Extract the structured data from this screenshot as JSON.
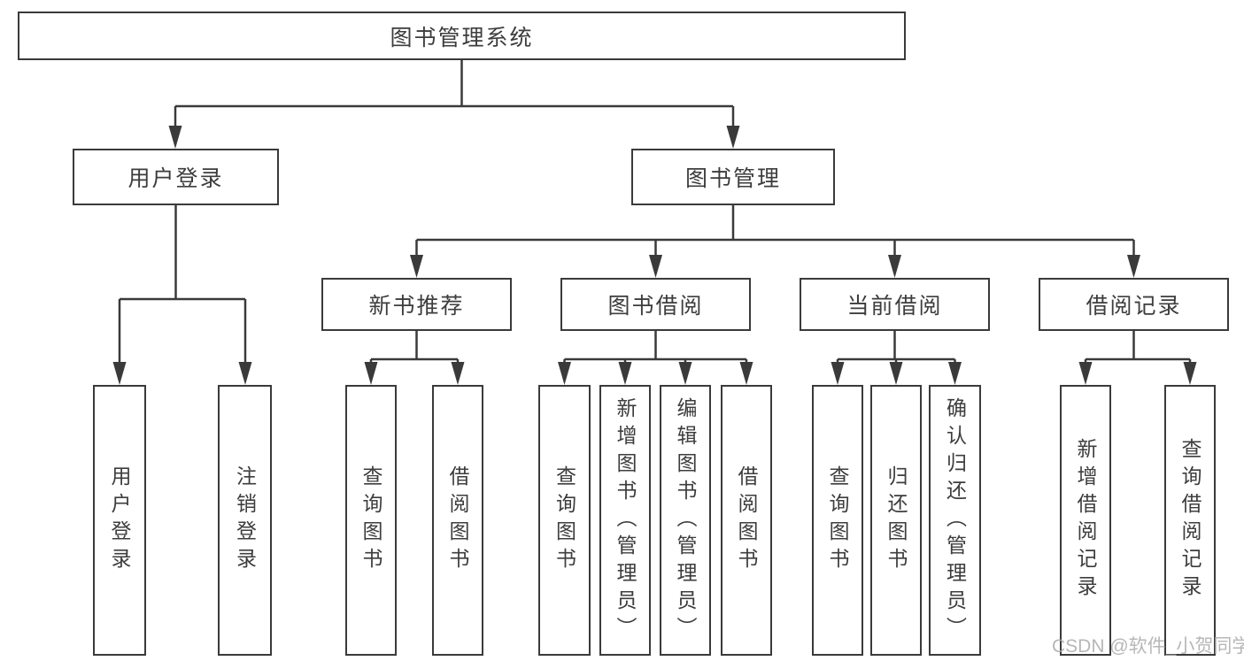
{
  "nodes": {
    "root": "图书管理系统",
    "user_login": "用户登录",
    "book_management": "图书管理",
    "new_book_recommend": "新书推荐",
    "book_borrowing": "图书借阅",
    "current_borrowing": "当前借阅",
    "borrowing_records": "借阅记录",
    "leaf_user_login": "用户登录",
    "leaf_logout": "注销登录",
    "leaf_query_book_a": "查询图书",
    "leaf_borrow_book_a": "借阅图书",
    "leaf_query_book_b": "查询图书",
    "leaf_add_book_admin": "新增图书（管理员）",
    "leaf_edit_book_admin": "编辑图书（管理员）",
    "leaf_borrow_book_b": "借阅图书",
    "leaf_query_book_c": "查询图书",
    "leaf_return_book": "归还图书",
    "leaf_confirm_return_admin": "确认归还（管理员）",
    "leaf_add_borrow_record": "新增借阅记录",
    "leaf_query_borrow_record": "查询借阅记录"
  },
  "watermark": "CSDN @软件_小贺同学",
  "colors": {
    "line": "#3a3a3a",
    "text": "#3d3d3d",
    "watermark": "#aaaaaa",
    "background": "#ffffff"
  }
}
